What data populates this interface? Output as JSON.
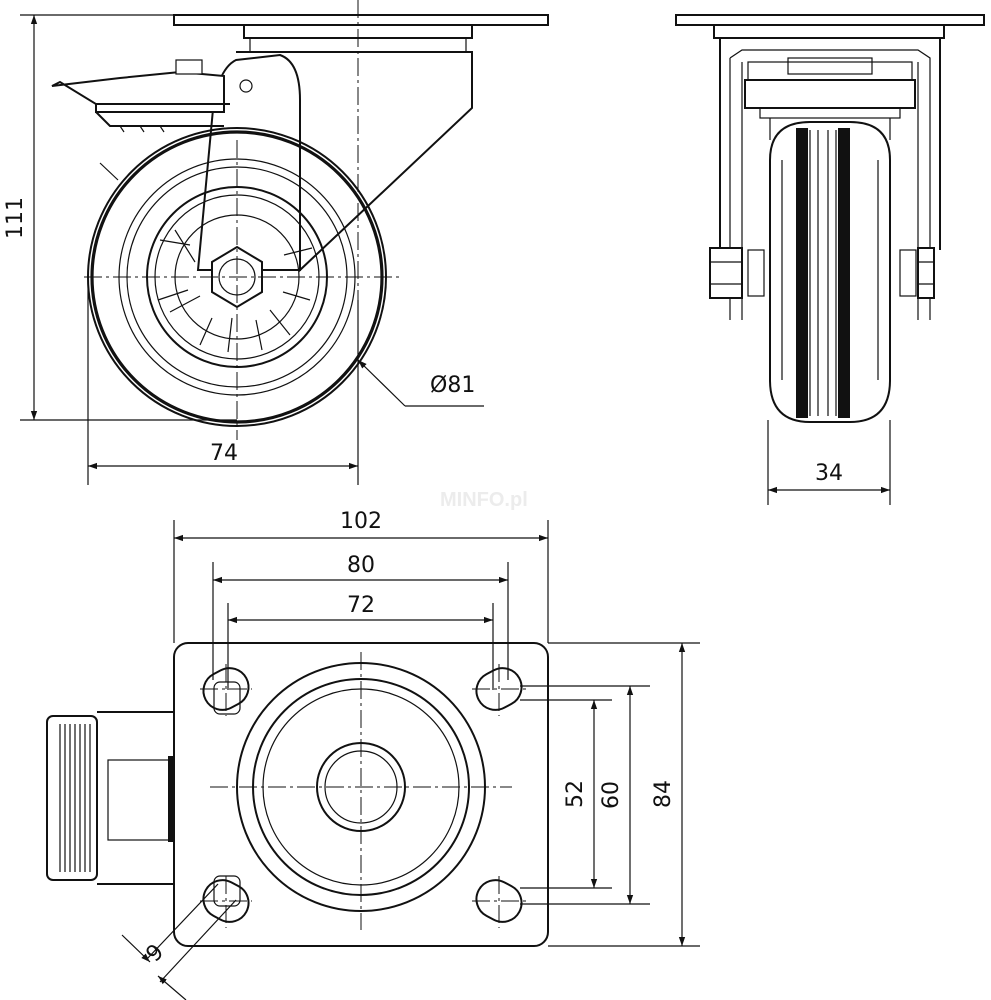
{
  "dimensions": {
    "total_height": "111",
    "wheel_diameter": "Ø81",
    "offset": "74",
    "wheel_width": "34",
    "plate_width": "102",
    "bolt_spacing_outer": "80",
    "bolt_spacing_inner": "72",
    "bolt_spacing_v_inner": "52",
    "bolt_spacing_v_outer": "60",
    "plate_depth": "84",
    "slot_width": "9"
  },
  "watermark": "MINFO.pl"
}
